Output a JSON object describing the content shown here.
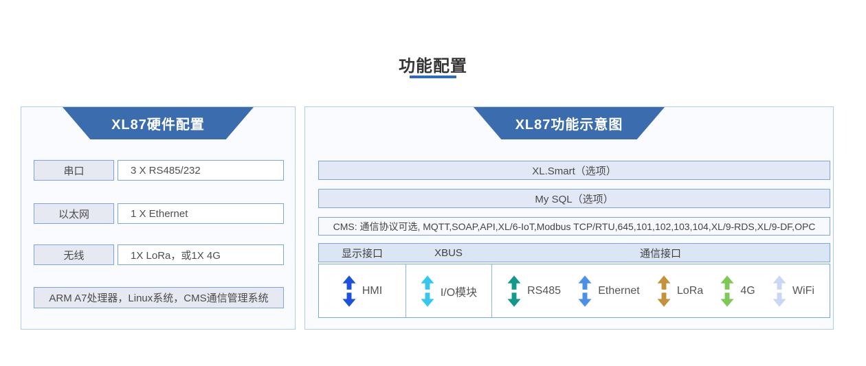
{
  "title": {
    "text": "功能配置"
  },
  "accent": {
    "underline": "#2e6bc0",
    "header_blue": "#3a6cae",
    "box_border": "#7ca3eb"
  },
  "left_panel": {
    "title": "XL87硬件配置",
    "rows": [
      {
        "label": "串口",
        "value": "3 X RS485/232"
      },
      {
        "label": "以太网",
        "value": "1 X Ethernet"
      },
      {
        "label": "无线",
        "value": "1X LoRa，或1X 4G"
      }
    ],
    "footer": "ARM A7处理器，Linux系统，CMS通信管理系统"
  },
  "right_panel": {
    "title": "XL87功能示意图",
    "bars": [
      {
        "text": "XL.Smart（选项）"
      },
      {
        "text": "My SQL（选项）"
      }
    ],
    "cms_bar": "CMS: 通信协议可选, MQTT,SOAP,API,XL/6-IoT,Modbus TCP/RTU,645,101,102,103,104,XL/9-RDS,XL/9-DF,OPC",
    "io_header": {
      "col1": "显示接口",
      "col2": "XBUS",
      "col3": "通信接口"
    },
    "io": {
      "display_item": {
        "label": "HMI",
        "color": "#1e4fdd"
      },
      "xbus_item": {
        "label": "I/O模块",
        "color": "#35c8ec"
      },
      "comm_items": [
        {
          "label": "RS485",
          "color": "#12998c"
        },
        {
          "label": "Ethernet",
          "color": "#4a90e8"
        },
        {
          "label": "LoRa",
          "color": "#c4923c"
        },
        {
          "label": "4G",
          "color": "#7dc857"
        },
        {
          "label": "WiFi",
          "color": "#c9d6f4"
        }
      ]
    }
  }
}
